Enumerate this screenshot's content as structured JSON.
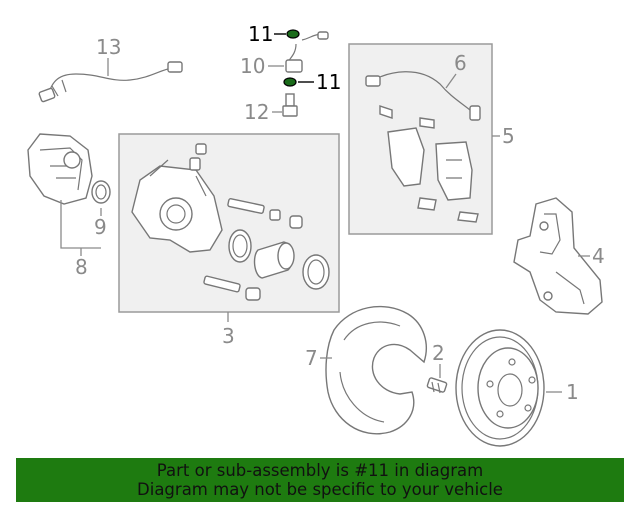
{
  "callouts": {
    "c1": "1",
    "c2": "2",
    "c3": "3",
    "c4": "4",
    "c5": "5",
    "c6": "6",
    "c7": "7",
    "c8": "8",
    "c9": "9",
    "c10": "10",
    "c11a": "11",
    "c11b": "11",
    "c12": "12",
    "c13": "13"
  },
  "colors": {
    "banner_bg": "#1e7b10",
    "highlight": "#1a6b1a"
  },
  "banner": {
    "line1": "Part or sub-assembly is #11 in diagram",
    "line2": "Diagram may not be specific to your vehicle"
  }
}
